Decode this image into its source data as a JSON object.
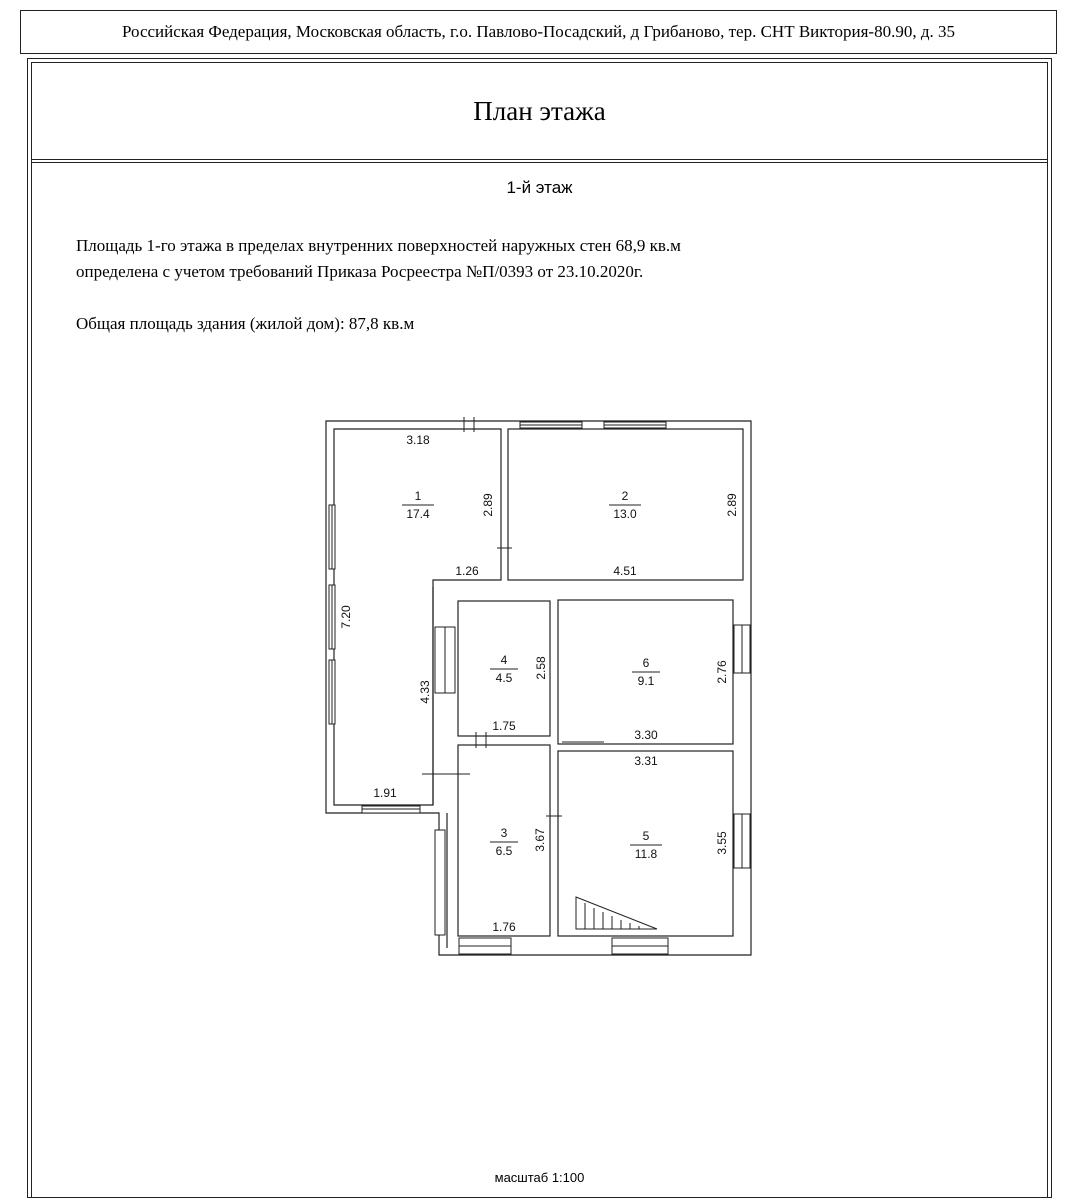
{
  "header": {
    "address": "Российская Федерация, Московская область, г.о. Павлово-Посадский, д Грибаново, тер. СНТ Виктория-80.90, д. 35"
  },
  "sheet": {
    "title": "План этажа",
    "floor_label": "1-й этаж",
    "area_text_line1": "Площадь 1-го этажа в пределах внутренних поверхностей наружных стен 68,9 кв.м",
    "area_text_line2": "определена с учетом требований Приказа Росреестра №П/0393 от 23.10.2020г.",
    "total_area_text": "Общая площадь здания (жилой дом): 87,8 кв.м",
    "scale_label": "масштаб 1:100"
  },
  "plan": {
    "rooms": [
      {
        "number": "1",
        "area": "17.4"
      },
      {
        "number": "2",
        "area": "13.0"
      },
      {
        "number": "4",
        "area": "4.5"
      },
      {
        "number": "6",
        "area": "9.1"
      },
      {
        "number": "3",
        "area": "6.5"
      },
      {
        "number": "5",
        "area": "11.8"
      }
    ],
    "dimensions": {
      "r1_top": "3.18",
      "r1_right": "2.89",
      "r1_notch": "1.26",
      "r1_left": "7.20",
      "r1_inner": "4.33",
      "r1_bottom": "1.91",
      "r2_right": "2.89",
      "r2_bottom": "4.51",
      "r4_right": "2.58",
      "r4_bottom": "1.75",
      "r6_right": "2.76",
      "r6_bottom": "3.30",
      "r5_top": "3.31",
      "r3_right": "3.67",
      "r3_bottom": "1.76",
      "r5_right": "3.55"
    }
  }
}
